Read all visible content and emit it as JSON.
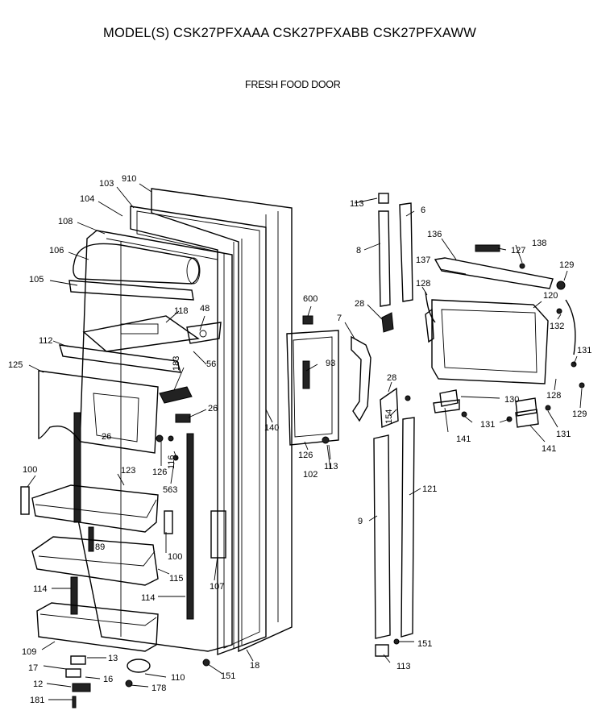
{
  "header": {
    "title": "MODEL(S) CSK27PFXAAA  CSK27PFXABB  CSK27PFXAWW",
    "subtitle": "FRESH FOOD DOOR"
  },
  "callouts": {
    "c910": "910",
    "c103": "103",
    "c104": "104",
    "c108": "108",
    "c106": "106",
    "c105": "105",
    "c118": "118",
    "c48": "48",
    "c112": "112",
    "c125": "125",
    "c183": "183",
    "c56": "56",
    "c26a": "26",
    "c26b": "26",
    "c126a": "126",
    "c116": "116",
    "c563": "563",
    "c100a": "100",
    "c123": "123",
    "c100b": "100",
    "c89": "89",
    "c115": "115",
    "c114a": "114",
    "c114b": "114",
    "c107": "107",
    "c109": "109",
    "c13": "13",
    "c17": "17",
    "c16": "16",
    "c110": "110",
    "c12": "12",
    "c178": "178",
    "c181": "181",
    "c151a": "151",
    "c18": "18",
    "c600": "600",
    "c93": "93",
    "c140": "140",
    "c126b": "126",
    "c113a": "113",
    "c102": "102",
    "c113b": "113",
    "c6": "6",
    "c8": "8",
    "c28a": "28",
    "c7": "7",
    "c28b": "28",
    "c154": "154",
    "c121": "121",
    "c9": "9",
    "c151b": "151",
    "c113c": "113",
    "c136": "136",
    "c127": "127",
    "c138": "138",
    "c137": "137",
    "c128a": "128",
    "c129a": "129",
    "c120": "120",
    "c132": "132",
    "c131a": "131",
    "c128b": "128",
    "c130": "130",
    "c129b": "129",
    "c131b": "131",
    "c141a": "141",
    "c141b": "141",
    "c131c": "131"
  }
}
